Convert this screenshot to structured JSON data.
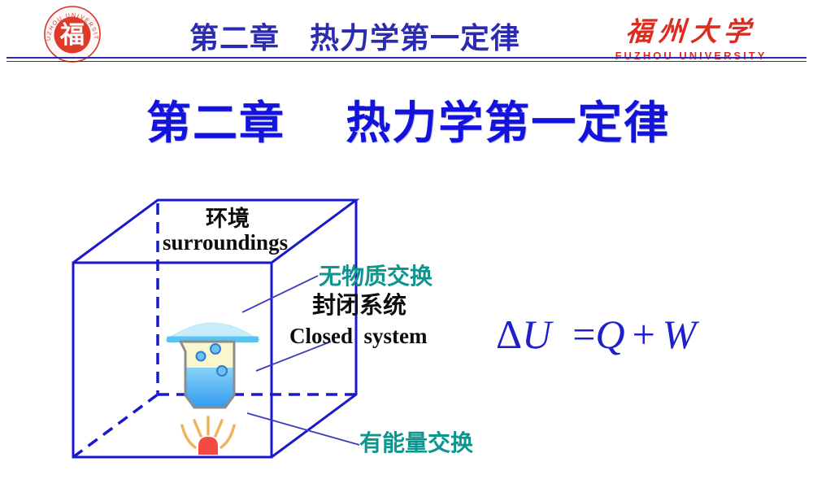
{
  "header": {
    "chapter_title": "第二章　热力学第一定律",
    "university_name_cn": "福州大学",
    "university_name_en": "FUZHOU UNIVERSITY",
    "seal": {
      "character": "福",
      "ring_text": "FUZHOU UNIVERSITY"
    }
  },
  "slide_title": "第二章　 热力学第一定律",
  "diagram": {
    "surroundings_label_cn": "环境",
    "surroundings_label_en": "surroundings",
    "no_matter_exchange_label": "无物质交换",
    "closed_system_label_cn": "封闭系统",
    "closed_system_label_en": "Closed  system",
    "energy_exchange_label": "有能量交换"
  },
  "formula": {
    "delta": "Δ",
    "internal_energy_symbol": "U",
    "equals_sign": "=",
    "heat_symbol": "Q",
    "plus_sign": "+",
    "work_symbol": "W",
    "reading": "ΔU = Q + W"
  },
  "colors": {
    "slide_title_blue": "#1313dd",
    "header_blue": "#2b2bb0",
    "formula_blue": "#1f1fcc",
    "cube_blue": "#1a1acc",
    "teal_label": "#0e968e",
    "university_red": "#dd2b20",
    "flame_red": "#f34b42",
    "ray_orange": "#f1b35c",
    "vessel_yellow": "#faf6cd",
    "liquid_blue_top": "#86d3f7",
    "liquid_blue_bottom": "#2e97ee",
    "lid_cyan_light": "#c9eefb",
    "lid_cyan": "#56c6f0"
  }
}
